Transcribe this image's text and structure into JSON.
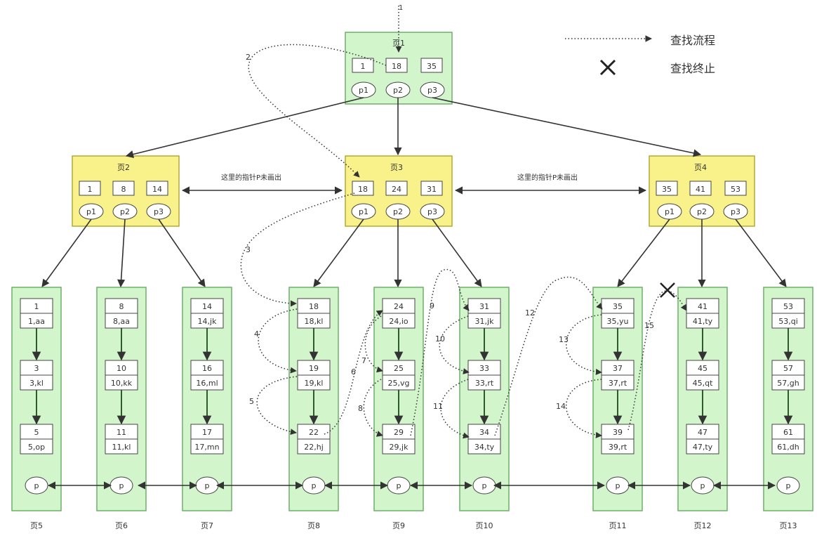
{
  "legend": {
    "search_flow": "查找流程",
    "search_end": "查找终止"
  },
  "notes": {
    "left": "这里的指针P未画出",
    "right": "这里的指针P未画出"
  },
  "page1": {
    "label": "页1",
    "keys": [
      "1",
      "18",
      "35"
    ],
    "ptrs": [
      "p1",
      "p2",
      "p3"
    ]
  },
  "page2": {
    "label": "页2",
    "keys": [
      "1",
      "8",
      "14"
    ],
    "ptrs": [
      "p1",
      "p2",
      "p3"
    ]
  },
  "page3": {
    "label": "页3",
    "keys": [
      "18",
      "24",
      "31"
    ],
    "ptrs": [
      "p1",
      "p2",
      "p3"
    ]
  },
  "page4": {
    "label": "页4",
    "keys": [
      "35",
      "41",
      "53"
    ],
    "ptrs": [
      "p1",
      "p2",
      "p3"
    ]
  },
  "leaves": [
    {
      "label": "页5",
      "records": [
        {
          "key": "1",
          "val": "1,aa"
        },
        {
          "key": "3",
          "val": "3,kl"
        },
        {
          "key": "5",
          "val": "5,op"
        }
      ],
      "ptr": "p"
    },
    {
      "label": "页6",
      "records": [
        {
          "key": "8",
          "val": "8,aa"
        },
        {
          "key": "10",
          "val": "10,kk"
        },
        {
          "key": "11",
          "val": "11,kl"
        }
      ],
      "ptr": "p"
    },
    {
      "label": "页7",
      "records": [
        {
          "key": "14",
          "val": "14,jk"
        },
        {
          "key": "16",
          "val": "16,ml"
        },
        {
          "key": "17",
          "val": "17,mn"
        }
      ],
      "ptr": "p"
    },
    {
      "label": "页8",
      "records": [
        {
          "key": "18",
          "val": "18,kl"
        },
        {
          "key": "19",
          "val": "19,kl"
        },
        {
          "key": "22",
          "val": "22,hj"
        }
      ],
      "ptr": "p"
    },
    {
      "label": "页9",
      "records": [
        {
          "key": "24",
          "val": "24,io"
        },
        {
          "key": "25",
          "val": "25,vg"
        },
        {
          "key": "29",
          "val": "29,jk"
        }
      ],
      "ptr": "p"
    },
    {
      "label": "页10",
      "records": [
        {
          "key": "31",
          "val": "31,jk"
        },
        {
          "key": "33",
          "val": "33,rt"
        },
        {
          "key": "34",
          "val": "34,ty"
        }
      ],
      "ptr": "p"
    },
    {
      "label": "页11",
      "records": [
        {
          "key": "35",
          "val": "35,yu"
        },
        {
          "key": "37",
          "val": "37,rt"
        },
        {
          "key": "39",
          "val": "39,rt"
        }
      ],
      "ptr": "p"
    },
    {
      "label": "页12",
      "records": [
        {
          "key": "41",
          "val": "41,ty"
        },
        {
          "key": "45",
          "val": "45,qt"
        },
        {
          "key": "47",
          "val": "47,ty"
        }
      ],
      "ptr": "p"
    },
    {
      "label": "页13",
      "records": [
        {
          "key": "53",
          "val": "53,qi"
        },
        {
          "key": "57",
          "val": "57,gh"
        },
        {
          "key": "61",
          "val": "61,dh"
        }
      ],
      "ptr": "p"
    }
  ],
  "steps": [
    "1",
    "2",
    "3",
    "4",
    "5",
    "6",
    "7",
    "8",
    "9",
    "10",
    "11",
    "12",
    "13",
    "14",
    "15"
  ],
  "colors": {
    "leaf_fill": "#d3f5cc",
    "leaf_border": "#6fae6a",
    "internal_fill": "#f9f28a",
    "internal_border": "#b2a83a",
    "root_fill": "#d3f5cc"
  }
}
